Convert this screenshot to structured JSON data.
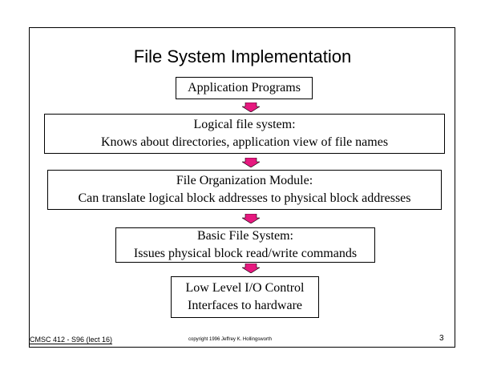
{
  "title": "File System Implementation",
  "layers": [
    {
      "lines": [
        "Application Programs"
      ]
    },
    {
      "lines": [
        "Logical file system:",
        "Knows about directories, application view of  file names"
      ]
    },
    {
      "lines": [
        "File Organization Module:",
        "Can translate logical block addresses to physical block addresses"
      ]
    },
    {
      "lines": [
        "Basic File System:",
        "Issues physical block read/write commands"
      ]
    },
    {
      "lines": [
        "Low Level I/O Control",
        "Interfaces to hardware"
      ]
    }
  ],
  "arrow_color": "#e6197f",
  "footer": {
    "course": "CMSC 412 - S96  (lect 16)",
    "copyright": "copyright 1996 Jeffrey K. Hollingsworth",
    "page_number": "3"
  }
}
